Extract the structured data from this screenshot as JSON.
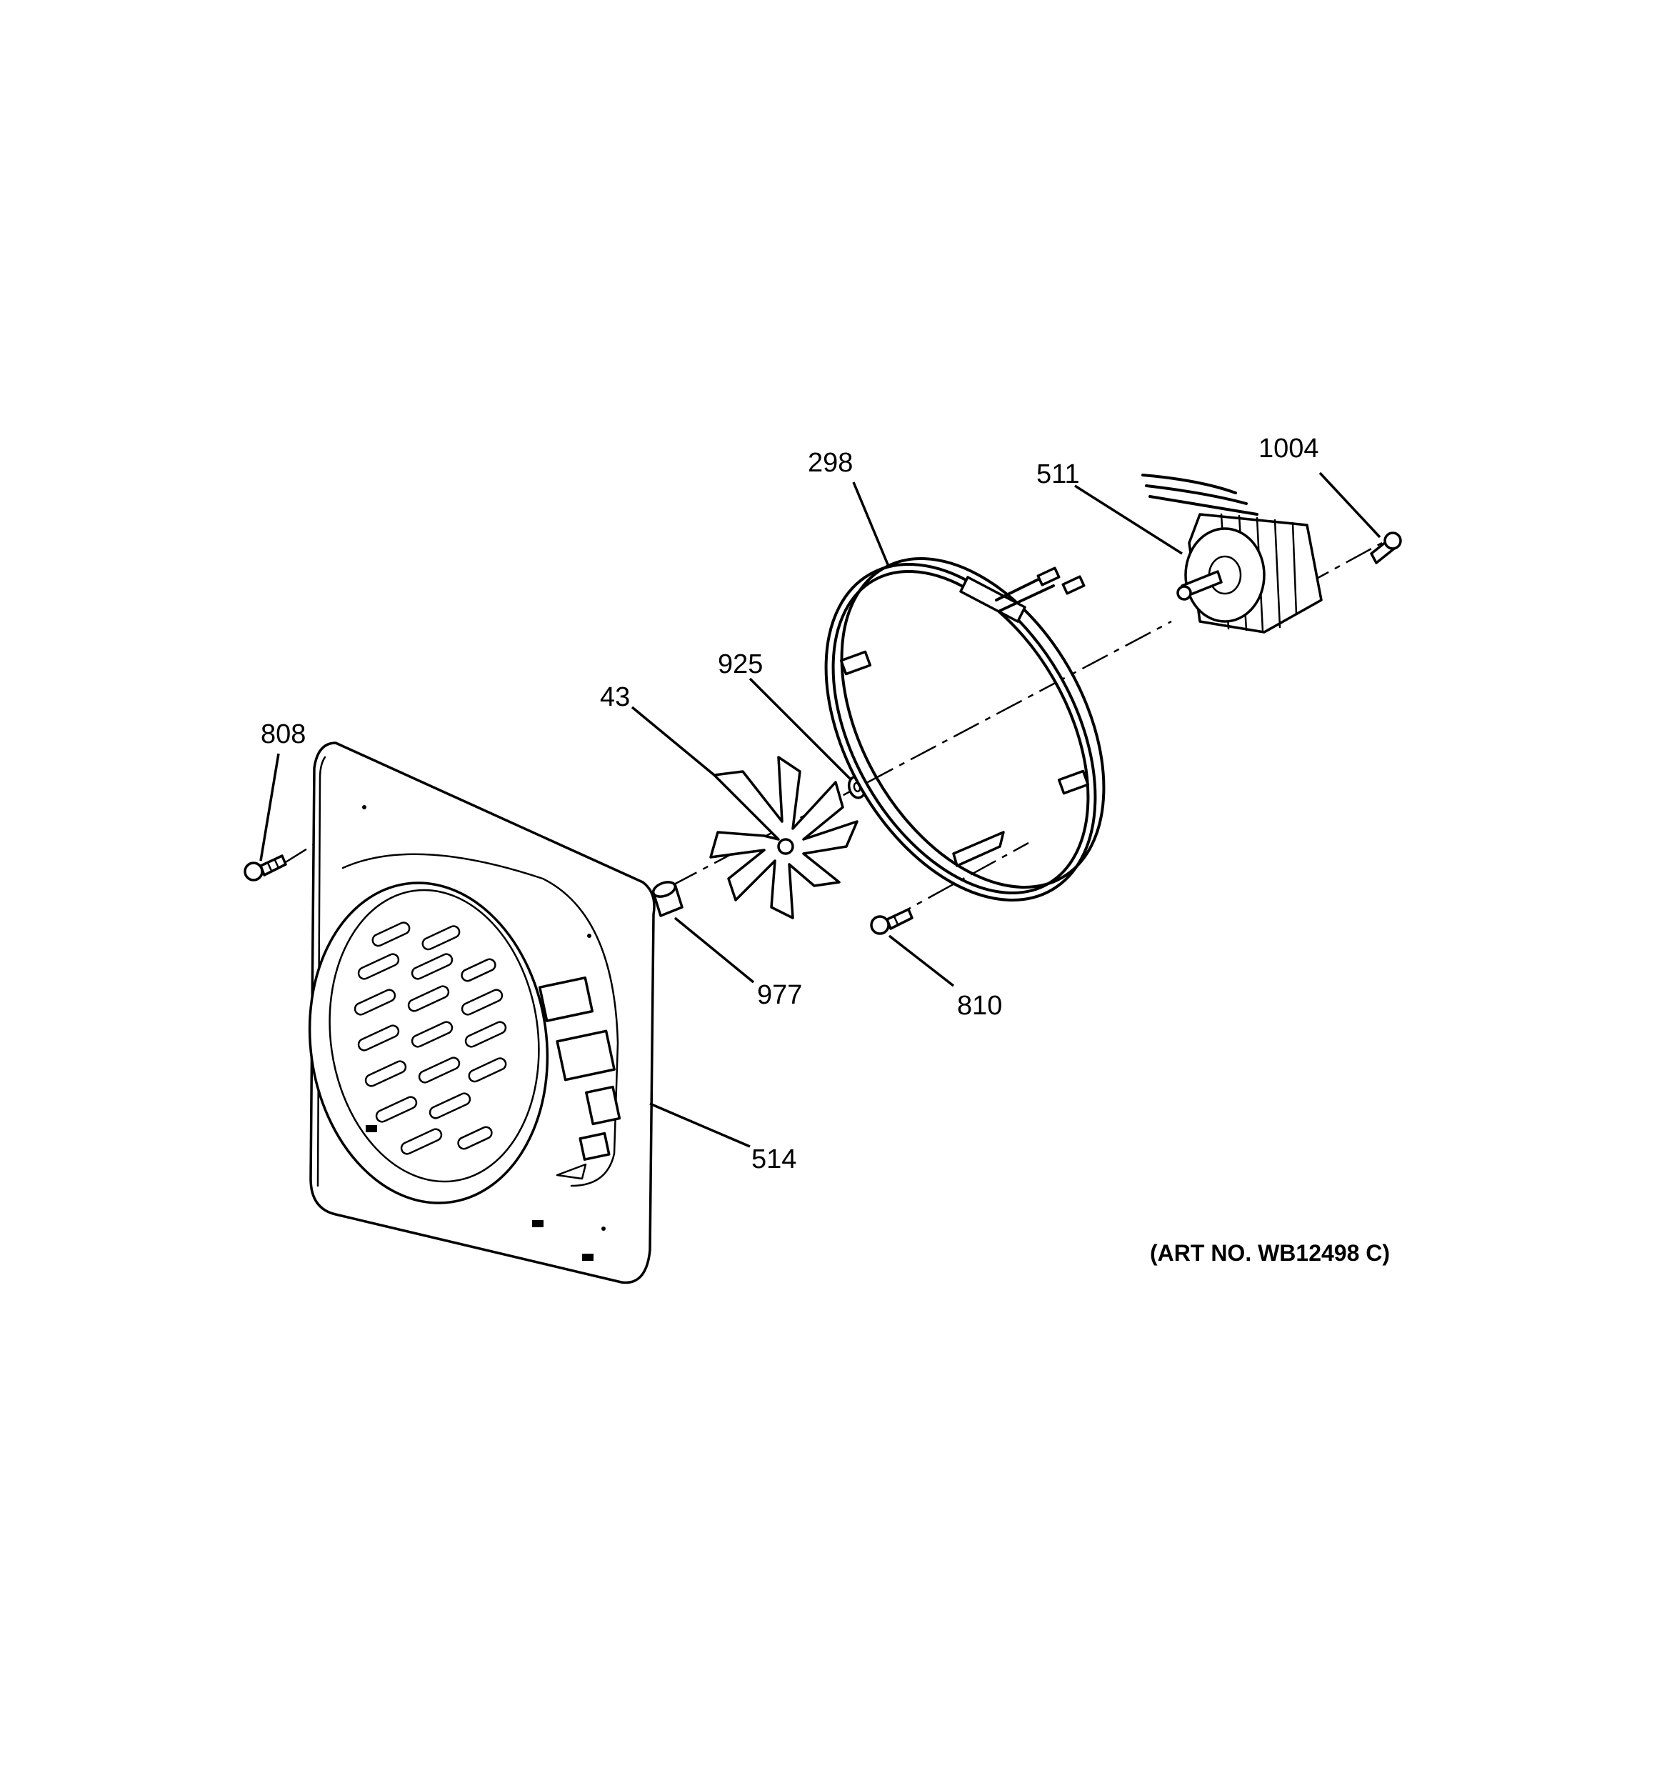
{
  "callouts": {
    "c298": "298",
    "c511": "511",
    "c1004": "1004",
    "c925": "925",
    "c43": "43",
    "c808": "808",
    "c977": "977",
    "c810": "810",
    "c514": "514"
  },
  "art_number": "(ART NO. WB12498 C)"
}
